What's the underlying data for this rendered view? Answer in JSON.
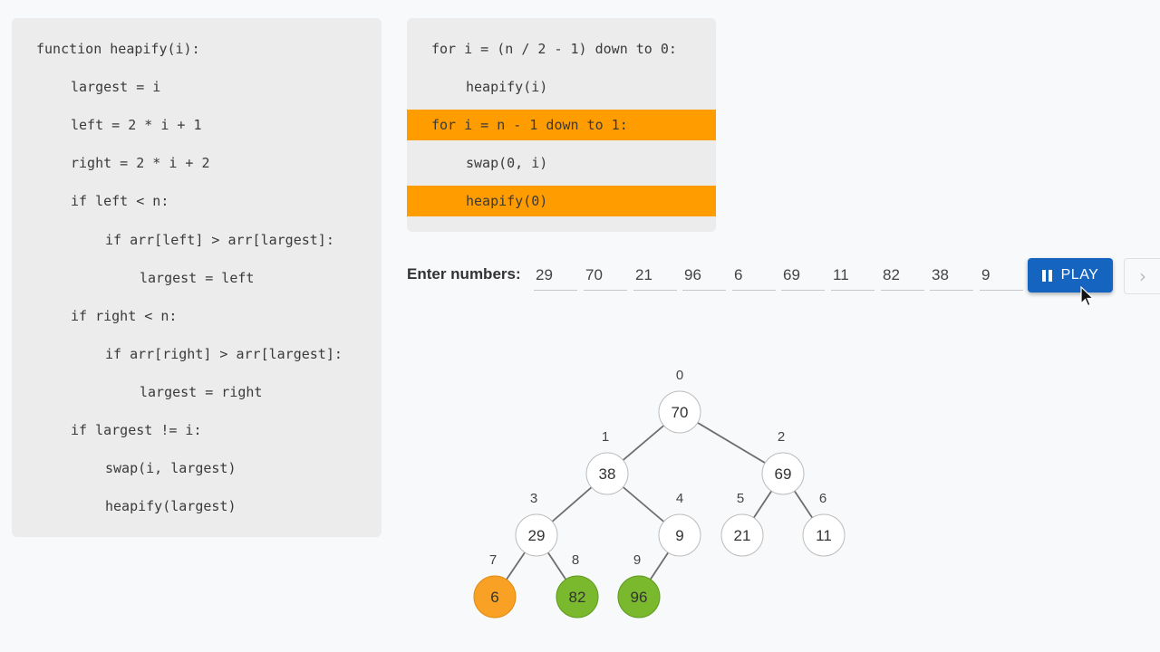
{
  "heapify_code": {
    "lines": [
      {
        "text": "function heapify(i):",
        "indent": 0
      },
      {
        "text": "largest = i",
        "indent": 1
      },
      {
        "text": "left = 2 * i + 1",
        "indent": 1
      },
      {
        "text": "right = 2 * i + 2",
        "indent": 1
      },
      {
        "text": "if left < n:",
        "indent": 1
      },
      {
        "text": "if arr[left] > arr[largest]:",
        "indent": 2
      },
      {
        "text": "largest = left",
        "indent": 3
      },
      {
        "text": "if right < n:",
        "indent": 1
      },
      {
        "text": "if arr[right] > arr[largest]:",
        "indent": 2
      },
      {
        "text": "largest = right",
        "indent": 3
      },
      {
        "text": "if largest != i:",
        "indent": 1
      },
      {
        "text": "swap(i, largest)",
        "indent": 2
      },
      {
        "text": "heapify(largest)",
        "indent": 2
      }
    ]
  },
  "heapsort_code": {
    "lines": [
      {
        "text": "for i = (n / 2 - 1) down to 0:",
        "indent": 0,
        "active": false
      },
      {
        "text": "heapify(i)",
        "indent": 1,
        "active": false
      },
      {
        "text": "for i = n - 1 down to 1:",
        "indent": 0,
        "active": true
      },
      {
        "text": "swap(0, i)",
        "indent": 1,
        "active": false
      },
      {
        "text": "heapify(0)",
        "indent": 1,
        "active": true
      }
    ]
  },
  "input": {
    "label": "Enter numbers:",
    "values": [
      "29",
      "70",
      "21",
      "96",
      "6",
      "69",
      "11",
      "82",
      "38",
      "9"
    ]
  },
  "controls": {
    "play_label": "PLAY",
    "play_icon": "pause-icon",
    "next_icon": "chevron-right-icon"
  },
  "colors": {
    "highlight": "#ff9c00",
    "node_default": "#ffffff",
    "node_current": "#f8a125",
    "node_sorted": "#7ab82e",
    "play_button": "#1565c0"
  },
  "tree": {
    "nodes": [
      {
        "index": "0",
        "value": "70",
        "state": "default"
      },
      {
        "index": "1",
        "value": "38",
        "state": "default"
      },
      {
        "index": "2",
        "value": "69",
        "state": "default"
      },
      {
        "index": "3",
        "value": "29",
        "state": "default"
      },
      {
        "index": "4",
        "value": "9",
        "state": "default"
      },
      {
        "index": "5",
        "value": "21",
        "state": "default"
      },
      {
        "index": "6",
        "value": "11",
        "state": "default"
      },
      {
        "index": "7",
        "value": "6",
        "state": "current"
      },
      {
        "index": "8",
        "value": "82",
        "state": "sorted"
      },
      {
        "index": "9",
        "value": "96",
        "state": "sorted"
      }
    ],
    "edges": [
      [
        0,
        1
      ],
      [
        0,
        2
      ],
      [
        1,
        3
      ],
      [
        1,
        4
      ],
      [
        2,
        5
      ],
      [
        2,
        6
      ],
      [
        3,
        7
      ],
      [
        3,
        8
      ],
      [
        4,
        9
      ]
    ]
  }
}
